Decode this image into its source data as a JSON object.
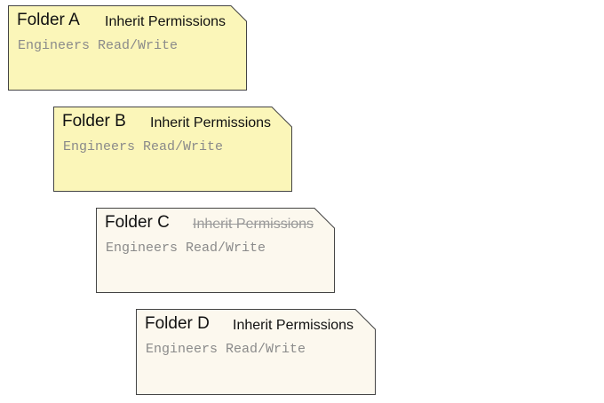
{
  "colors": {
    "active_fill": "#fbf6b9",
    "inactive_fill": "#fcf8ee",
    "outline": "#444444",
    "struck_text": "#9a9a9a"
  },
  "folders": [
    {
      "name": "Folder A",
      "inherit_label": "Inherit Permissions",
      "inherit_enabled": true,
      "permission": "Engineers Read/Write",
      "style": "active"
    },
    {
      "name": "Folder B",
      "inherit_label": "Inherit Permissions",
      "inherit_enabled": true,
      "permission": "Engineers Read/Write",
      "style": "active"
    },
    {
      "name": "Folder C",
      "inherit_label": "Inherit Permissions",
      "inherit_enabled": false,
      "permission": "Engineers Read/Write",
      "style": "inactive"
    },
    {
      "name": "Folder D",
      "inherit_label": "Inherit Permissions",
      "inherit_enabled": true,
      "permission": "Engineers Read/Write",
      "style": "inactive"
    }
  ]
}
